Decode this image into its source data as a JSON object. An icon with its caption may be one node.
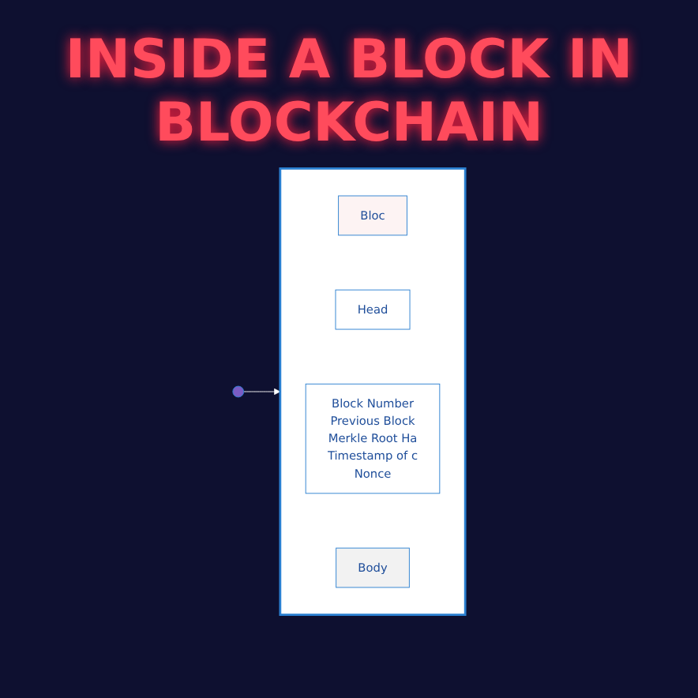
{
  "diagram": {
    "title": "INSIDE A BLOCK IN BLOCKCHAIN",
    "nodes": [
      {
        "text": [],
        "shape": "picture"
      },
      {
        "text": [],
        "shape": "box"
      },
      {
        "text": [
          "Bloc"
        ],
        "in": 1
      },
      {
        "text": [
          "Head"
        ],
        "in": 1
      },
      {
        "text": [
          "Block Number",
          "Previous Block",
          "Merkle Root Ha",
          "Timestamp of c",
          "Nonce"
        ],
        "in": 1
      },
      {
        "text": [
          "Body"
        ],
        "in": 1
      }
    ],
    "edges": [
      {
        "from": 0,
        "to": 1,
        "arrow": "to",
        "color": "#ffffff"
      }
    ]
  }
}
